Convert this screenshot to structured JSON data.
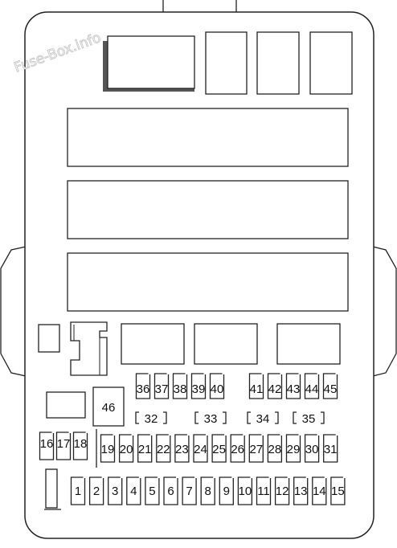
{
  "watermark": "Fuse-Box.info",
  "fuses_bottom_row": [
    "1",
    "2",
    "3",
    "4",
    "5",
    "6",
    "7",
    "8",
    "9",
    "10",
    "11",
    "12",
    "13",
    "14",
    "15"
  ],
  "fuses_middle_row": [
    "19",
    "20",
    "21",
    "22",
    "23",
    "24",
    "25",
    "26",
    "27",
    "28",
    "29",
    "30",
    "31"
  ],
  "fuses_left_stack": [
    "16",
    "17",
    "18"
  ],
  "fuses_upper_row_left": [
    "36",
    "37",
    "38",
    "39",
    "40"
  ],
  "fuses_upper_row_right": [
    "41",
    "42",
    "43",
    "44",
    "45"
  ],
  "relay_46": "46",
  "bracket_labels": [
    "32",
    "33",
    "34",
    "35"
  ]
}
